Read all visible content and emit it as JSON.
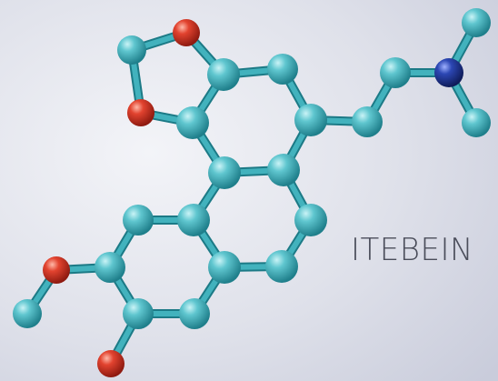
{
  "molecule": {
    "name": "ITEBEIN"
  },
  "colors": {
    "carbon": "#3fb3be",
    "oxygen": "#d8382a",
    "nitrogen": "#1f3a9c",
    "bond": "#42b2bd",
    "background": "#dfe2ec",
    "label": "#4a4d5a"
  },
  "atoms": [
    {
      "id": "c_ring_top",
      "element": "carbon"
    },
    {
      "id": "o_top",
      "element": "oxygen"
    },
    {
      "id": "c_methylene",
      "element": "carbon"
    },
    {
      "id": "o_left",
      "element": "oxygen"
    },
    {
      "id": "c_a1",
      "element": "carbon"
    },
    {
      "id": "c_a2",
      "element": "carbon"
    },
    {
      "id": "c_a3",
      "element": "carbon"
    },
    {
      "id": "c_a4",
      "element": "carbon"
    },
    {
      "id": "c_a5",
      "element": "carbon"
    },
    {
      "id": "c_a6",
      "element": "carbon"
    },
    {
      "id": "c_chain1",
      "element": "carbon"
    },
    {
      "id": "c_chain2",
      "element": "carbon"
    },
    {
      "id": "n_amine",
      "element": "nitrogen"
    },
    {
      "id": "c_nme_top",
      "element": "carbon"
    },
    {
      "id": "c_nme_bottom",
      "element": "carbon"
    },
    {
      "id": "c_b1",
      "element": "carbon"
    },
    {
      "id": "c_b2",
      "element": "carbon"
    },
    {
      "id": "c_b3",
      "element": "carbon"
    },
    {
      "id": "c_b4",
      "element": "carbon"
    },
    {
      "id": "c_c1",
      "element": "carbon"
    },
    {
      "id": "c_c2",
      "element": "carbon"
    },
    {
      "id": "c_c3",
      "element": "carbon"
    },
    {
      "id": "c_c4",
      "element": "carbon"
    },
    {
      "id": "c_c5",
      "element": "carbon"
    },
    {
      "id": "c_c6",
      "element": "carbon"
    },
    {
      "id": "o_methoxy",
      "element": "oxygen"
    },
    {
      "id": "c_methoxy",
      "element": "carbon"
    },
    {
      "id": "o_hydroxy",
      "element": "oxygen"
    }
  ]
}
